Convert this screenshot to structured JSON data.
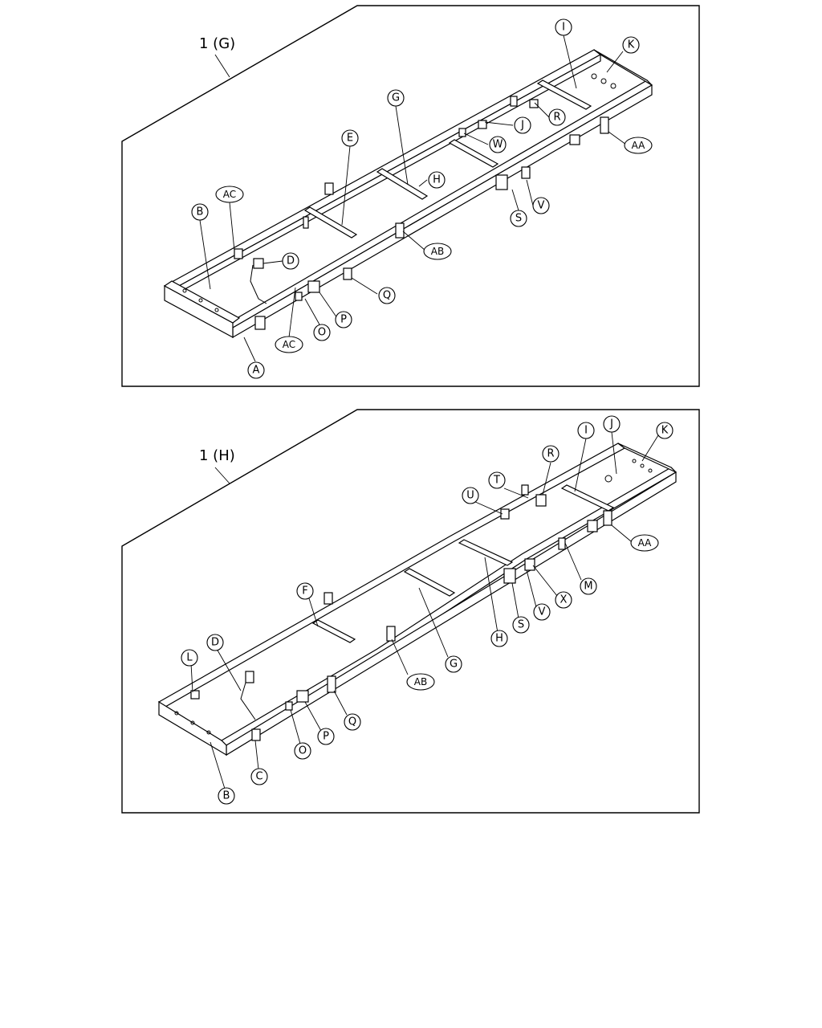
{
  "panels": [
    {
      "title": "1 (G)",
      "callouts": [
        "I",
        "K",
        "G",
        "J",
        "R",
        "E",
        "W",
        "H",
        "AA",
        "AC",
        "B",
        "V",
        "S",
        "AB",
        "D",
        "Q",
        "P",
        "O",
        "AC",
        "A"
      ]
    },
    {
      "title": "1 (H)",
      "callouts": [
        "I",
        "J",
        "K",
        "R",
        "T",
        "U",
        "AA",
        "M",
        "X",
        "V",
        "S",
        "H",
        "F",
        "G",
        "AB",
        "L",
        "D",
        "Q",
        "P",
        "O",
        "C",
        "B"
      ]
    }
  ]
}
